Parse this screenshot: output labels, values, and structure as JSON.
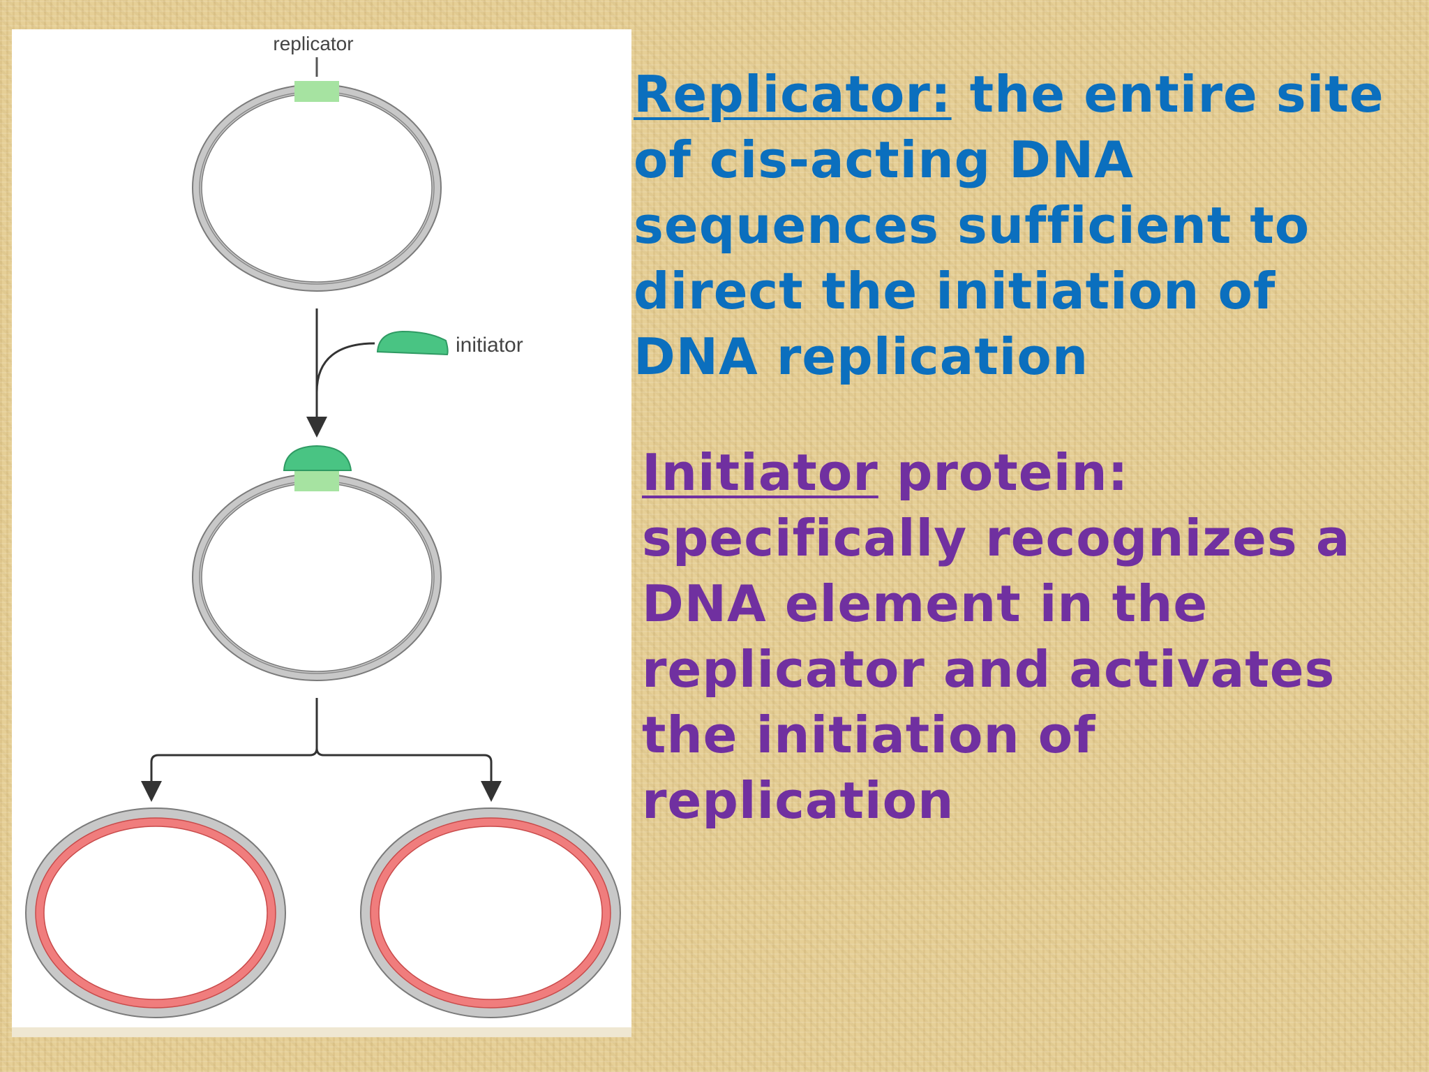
{
  "diagram": {
    "labels": {
      "replicator": "replicator",
      "initiator": "initiator"
    },
    "colors": {
      "dna_strand": "#c8c8c8",
      "dna_outline": "#7a7a7a",
      "replicator_site": "#a6e3a1",
      "initiator_protein": "#49c483",
      "new_strand": "#f07d7d",
      "arrow": "#333333"
    }
  },
  "definitions": {
    "replicator": {
      "term": "Replicator:",
      "text": " the entire site of cis-acting DNA sequences sufficient to direct the initiation of DNA replication",
      "color": "#0b6fbe"
    },
    "initiator": {
      "term": "Initiator",
      "text": " protein: specifically recognizes a DNA element in the replicator and activates the initiation of replication",
      "color": "#7030a0"
    }
  }
}
